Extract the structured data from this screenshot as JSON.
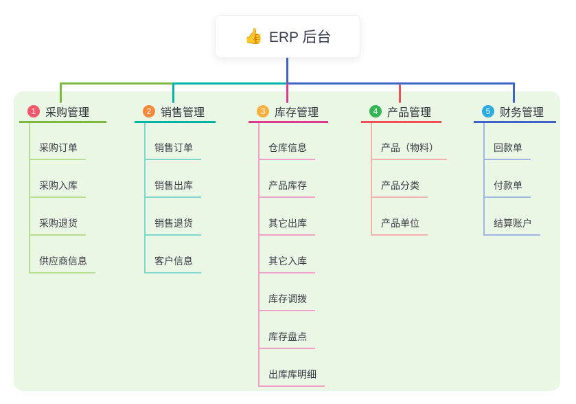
{
  "root": {
    "emoji": "👍",
    "label": "ERP 后台"
  },
  "connectors": {
    "root_drop_color": "#3f62c8"
  },
  "canvas": {
    "panel_background": "#eaf7e4"
  },
  "branches": [
    {
      "number": "1",
      "title": "采购管理",
      "color": "#7cb93e",
      "light_color": "#b7dd90",
      "badge_color": "#f4566b",
      "children": [
        "采购订单",
        "采购入库",
        "采购退货",
        "供应商信息"
      ]
    },
    {
      "number": "2",
      "title": "销售管理",
      "color": "#00b5a5",
      "light_color": "#7fd7cc",
      "badge_color": "#f6893c",
      "children": [
        "销售订单",
        "销售出库",
        "销售退货",
        "客户信息"
      ]
    },
    {
      "number": "3",
      "title": "库存管理",
      "color": "#dc3c90",
      "light_color": "#f2a0c9",
      "badge_color": "#fbb040",
      "children": [
        "仓库信息",
        "产品库存",
        "其它出库",
        "其它入库",
        "库存调拨",
        "库存盘点",
        "出库库明细"
      ]
    },
    {
      "number": "4",
      "title": "产品管理",
      "color": "#f04e56",
      "light_color": "#f8afb0",
      "badge_color": "#33b457",
      "children": [
        "产品（物料）",
        "产品分类",
        "产品单位"
      ]
    },
    {
      "number": "5",
      "title": "财务管理",
      "color": "#3f62c8",
      "light_color": "#9fb5e4",
      "badge_color": "#2aace3",
      "children": [
        "回款单",
        "付款单",
        "结算账户"
      ]
    }
  ]
}
